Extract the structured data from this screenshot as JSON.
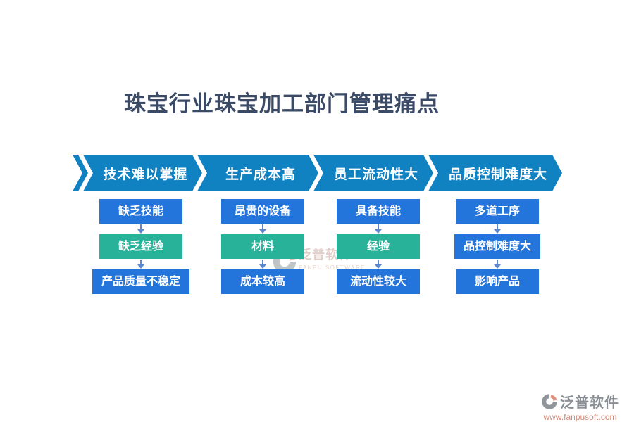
{
  "title": "珠宝行业珠宝加工部门管理痛点",
  "columns": [
    {
      "header": "技术难以掌握",
      "boxes": [
        {
          "label": "缺乏技能",
          "color": "blue"
        },
        {
          "label": "缺乏经验",
          "color": "teal"
        },
        {
          "label": "产品质量不稳定",
          "color": "blue"
        }
      ]
    },
    {
      "header": "生产成本高",
      "boxes": [
        {
          "label": "昂贵的设备",
          "color": "blue"
        },
        {
          "label": "材料",
          "color": "teal"
        },
        {
          "label": "成本较高",
          "color": "blue"
        }
      ]
    },
    {
      "header": "员工流动性大",
      "boxes": [
        {
          "label": "具备技能",
          "color": "blue"
        },
        {
          "label": "经验",
          "color": "teal"
        },
        {
          "label": "流动性较大",
          "color": "blue"
        }
      ]
    },
    {
      "header": "品质控制难度大",
      "boxes": [
        {
          "label": "多道工序",
          "color": "blue"
        },
        {
          "label": "品控制难度大",
          "color": "blue"
        },
        {
          "label": "影响产品",
          "color": "blue"
        }
      ]
    }
  ],
  "watermark_center": {
    "brand": "泛普软件",
    "subtitle": "FANPU SOFTWARE"
  },
  "watermark_footer": {
    "brand": "泛普软件",
    "url": "www.fanpusoft.com"
  },
  "colors": {
    "banner_blue": "#1081c1",
    "box_blue": "#2374db",
    "box_teal": "#29b29a",
    "connector_blue": "#5c87cf",
    "title_text": "#3b4a66",
    "logo_gray": "#8f959a",
    "logo_salmon": "#e2917f"
  }
}
